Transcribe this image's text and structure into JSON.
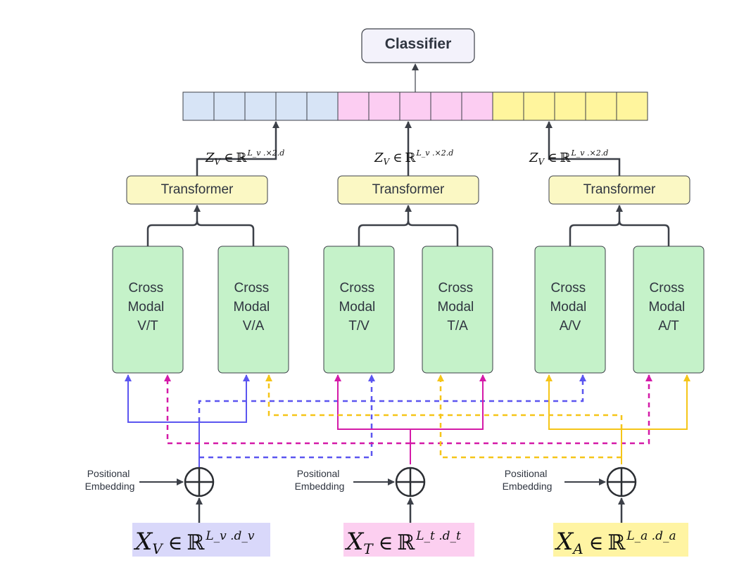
{
  "classifier": {
    "label": "Classifier"
  },
  "transformers": [
    {
      "label": "Transformer"
    },
    {
      "label": "Transformer"
    },
    {
      "label": "Transformer"
    }
  ],
  "z_labels": [
    {
      "var": "Z",
      "sub": "V",
      "elem": "∈",
      "set": "ℝ",
      "sup": "L_v .×2.d"
    },
    {
      "var": "Z",
      "sub": "V",
      "elem": "∈",
      "set": "ℝ",
      "sup": "L_v .×2.d"
    },
    {
      "var": "Z",
      "sub": "V",
      "elem": "∈",
      "set": "ℝ",
      "sup": "L_v .×2.d"
    }
  ],
  "cross_modal_blocks": [
    {
      "line1": "Cross",
      "line2": "Modal",
      "line3": "V/T"
    },
    {
      "line1": "Cross",
      "line2": "Modal",
      "line3": "V/A"
    },
    {
      "line1": "Cross",
      "line2": "Modal",
      "line3": "T/V"
    },
    {
      "line1": "Cross",
      "line2": "Modal",
      "line3": "T/A"
    },
    {
      "line1": "Cross",
      "line2": "Modal",
      "line3": "A/V"
    },
    {
      "line1": "Cross",
      "line2": "Modal",
      "line3": "A/T"
    }
  ],
  "positional_embedding": [
    {
      "line1": "Positional",
      "line2": "Embedding"
    },
    {
      "line1": "Positional",
      "line2": "Embedding"
    },
    {
      "line1": "Positional",
      "line2": "Embedding"
    }
  ],
  "inputs": [
    {
      "var": "X",
      "sub": "V",
      "elem": "∈",
      "set": "ℝ",
      "sup": "L_v .d_v"
    },
    {
      "var": "X",
      "sub": "T",
      "elem": "∈",
      "set": "ℝ",
      "sup": "L_t .d_t"
    },
    {
      "var": "X",
      "sub": "A",
      "elem": "∈",
      "set": "ℝ",
      "sup": "L_a .d_a"
    }
  ],
  "colors": {
    "visual": "#d7e4f6",
    "visual_border": "#c9d4f5",
    "text": "#fccdf2",
    "audio": "#fff59d",
    "cross_modal": "#c5f2c9",
    "transformer": "#fbf8c4",
    "classifier": "#f3f2fb",
    "blue_line": "#5b55f0",
    "magenta_line": "#d41aa8",
    "yellow_line": "#f5c518",
    "dark_line": "#3c4048",
    "input_v_bg": "#d9d8fa",
    "input_t_bg": "#fccff0",
    "input_a_bg": "#fff4a3"
  }
}
